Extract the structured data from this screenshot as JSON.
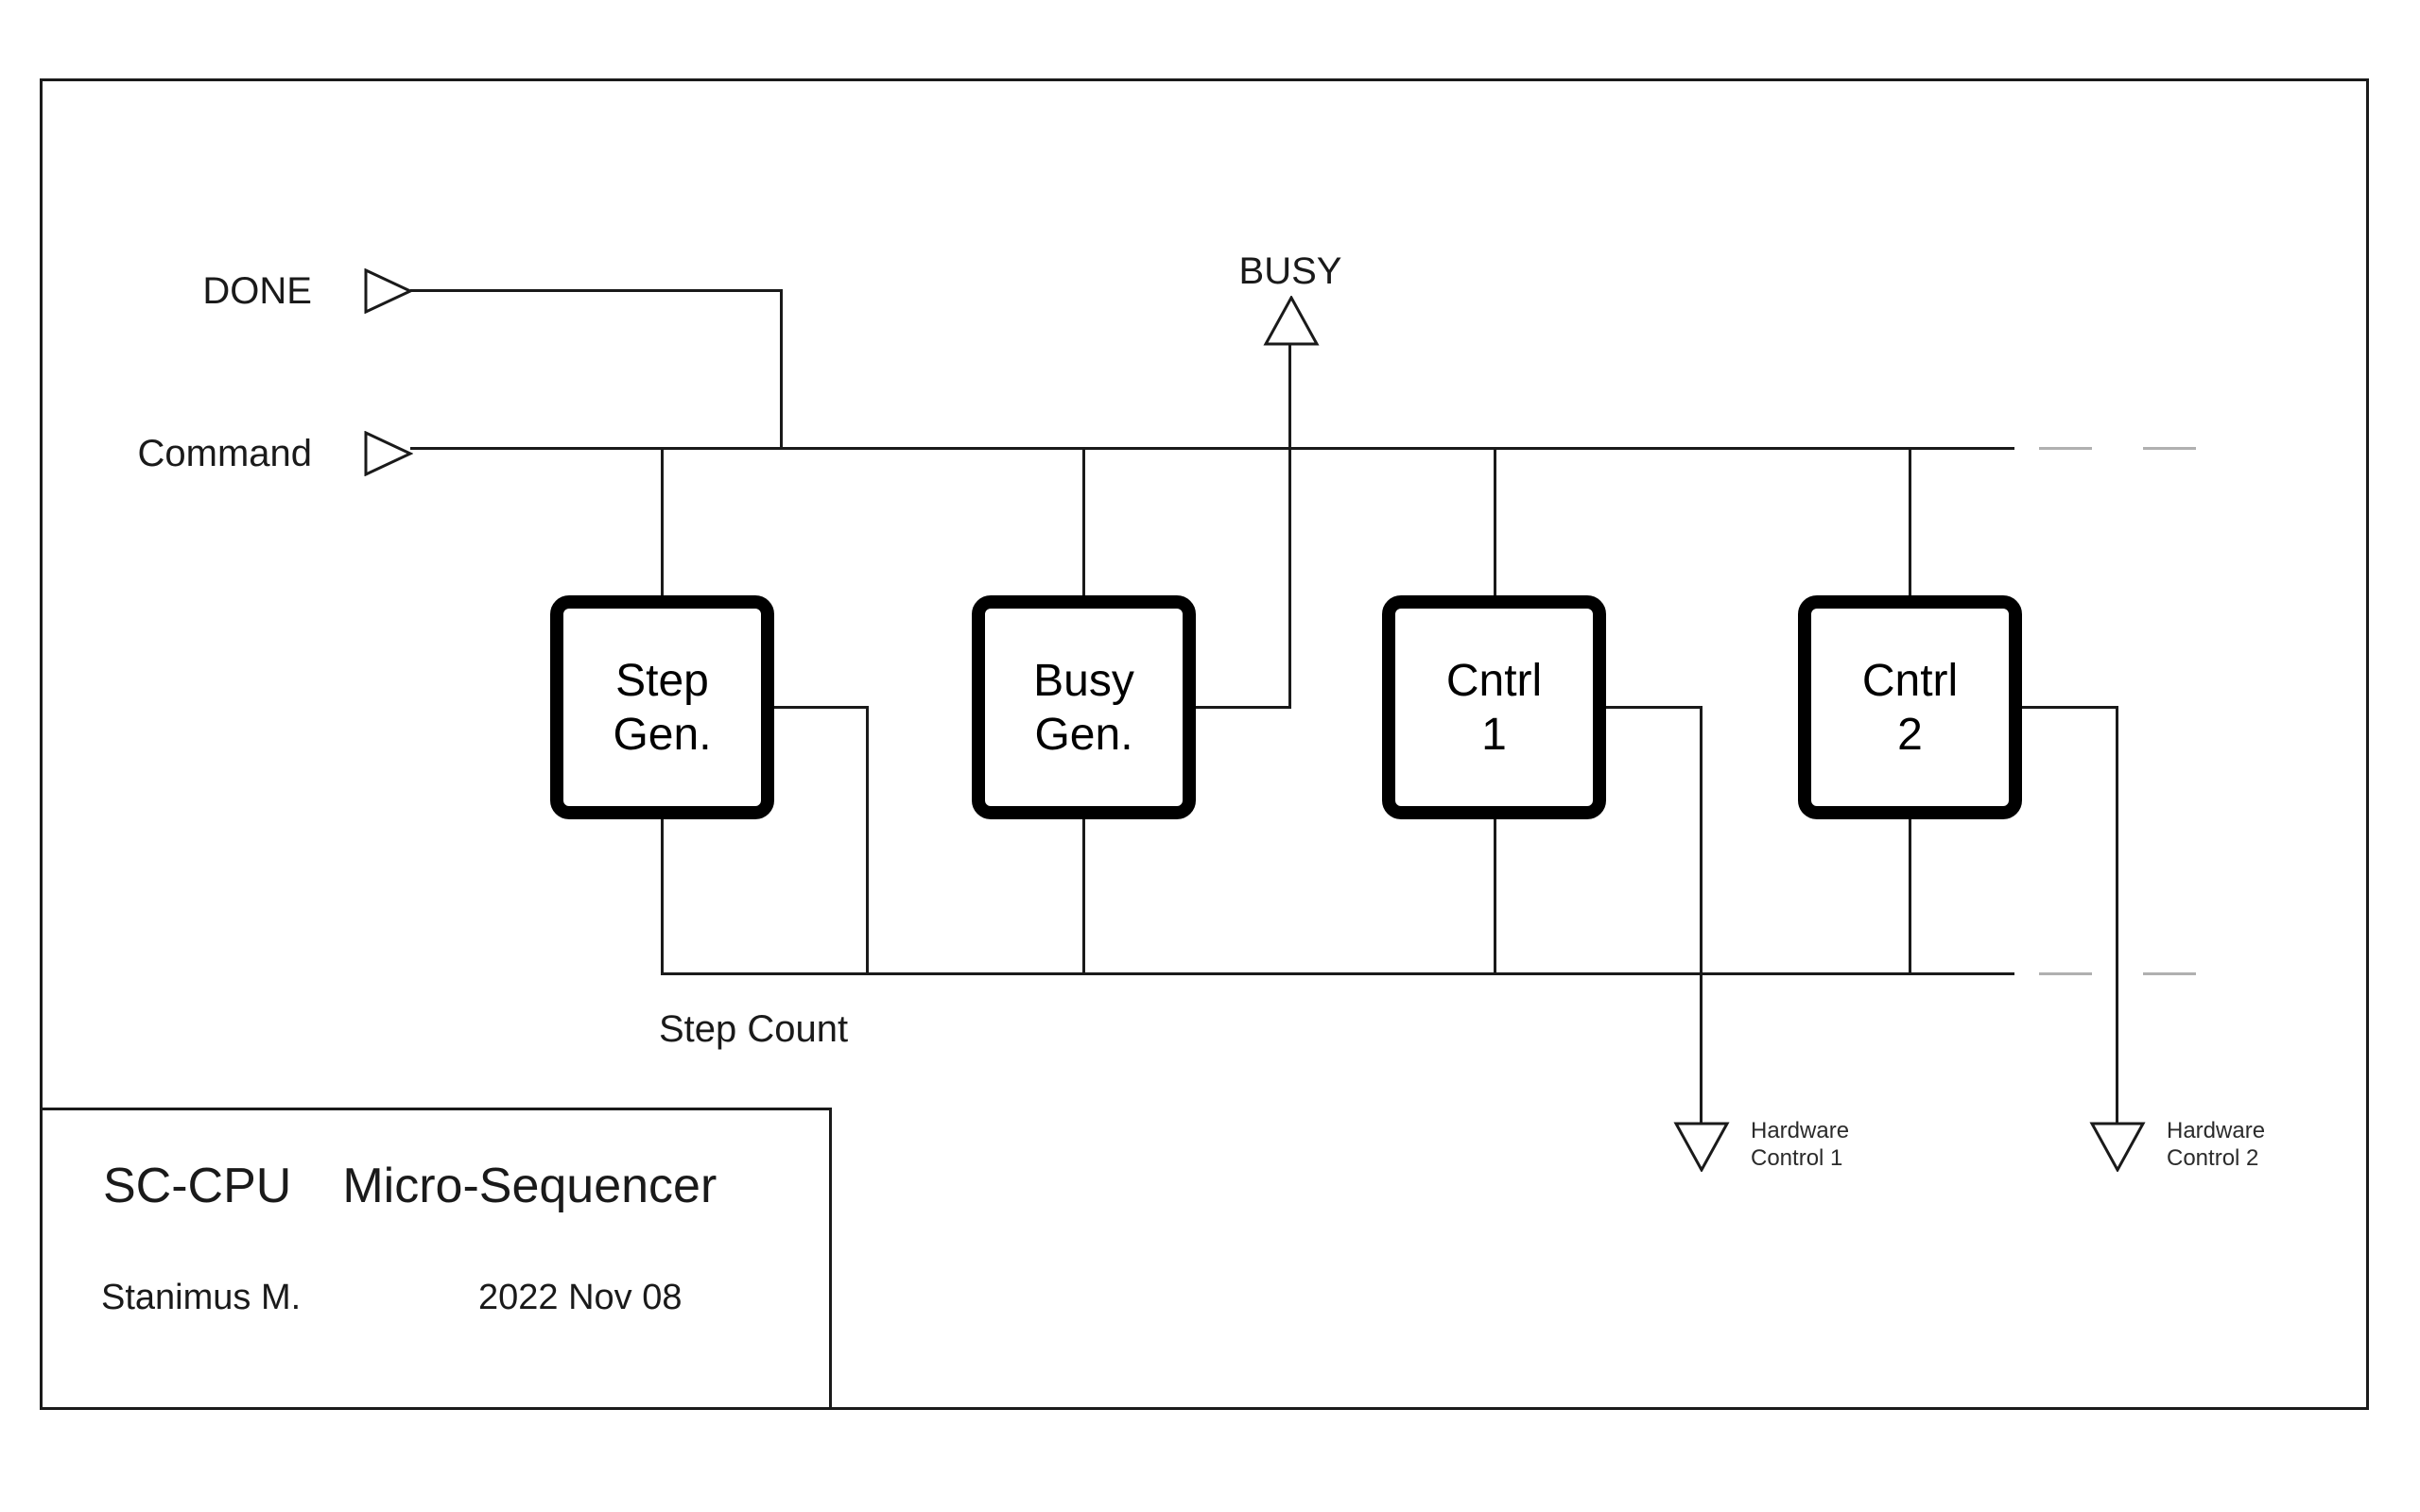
{
  "signals": {
    "done": "DONE",
    "command": "Command",
    "busy": "BUSY",
    "step_count": "Step Count"
  },
  "blocks": [
    {
      "id": "step-gen",
      "line1": "Step",
      "line2": "Gen."
    },
    {
      "id": "busy-gen",
      "line1": "Busy",
      "line2": "Gen."
    },
    {
      "id": "cntrl-1",
      "line1": "Cntrl",
      "line2": "1"
    },
    {
      "id": "cntrl-2",
      "line1": "Cntrl",
      "line2": "2"
    }
  ],
  "hardware_outputs": [
    {
      "line1": "Hardware",
      "line2": "Control 1"
    },
    {
      "line1": "Hardware",
      "line2": "Control 2"
    }
  ],
  "title_block": {
    "product": "SC-CPU",
    "name": "Micro-Sequencer",
    "author": "Stanimus M.",
    "date": "2022 Nov 08"
  },
  "colors": {
    "ink": "#1a1a1a",
    "dash_gray": "#b0b0b0",
    "background": "#ffffff"
  }
}
